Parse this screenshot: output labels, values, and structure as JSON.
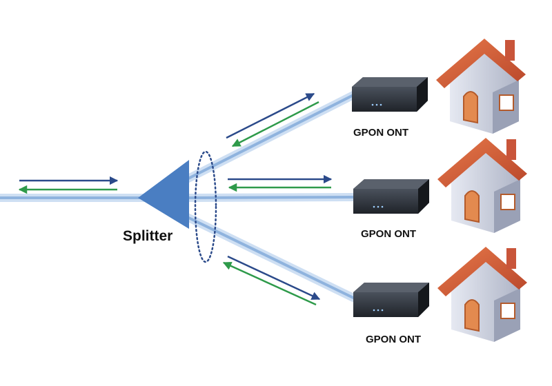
{
  "splitter": {
    "label": "Splitter"
  },
  "onts": [
    {
      "label": "GPON ONT"
    },
    {
      "label": "GPON ONT"
    },
    {
      "label": "GPON ONT"
    }
  ],
  "colors": {
    "fiber_glow": "#c9dcf2",
    "fiber_core": "#8fb3de",
    "splitter": "#4a7ec2",
    "downstream_arrow": "#2b4a8a",
    "upstream_arrow": "#2e9a4a",
    "ring": "#2b4a8a",
    "ont_body": "#2b3038",
    "roof": "#d9653b",
    "house_wall": "#d4d8e6",
    "door": "#e38a4f"
  },
  "icons": {
    "ont": "ont-router-icon",
    "house": "house-icon"
  }
}
